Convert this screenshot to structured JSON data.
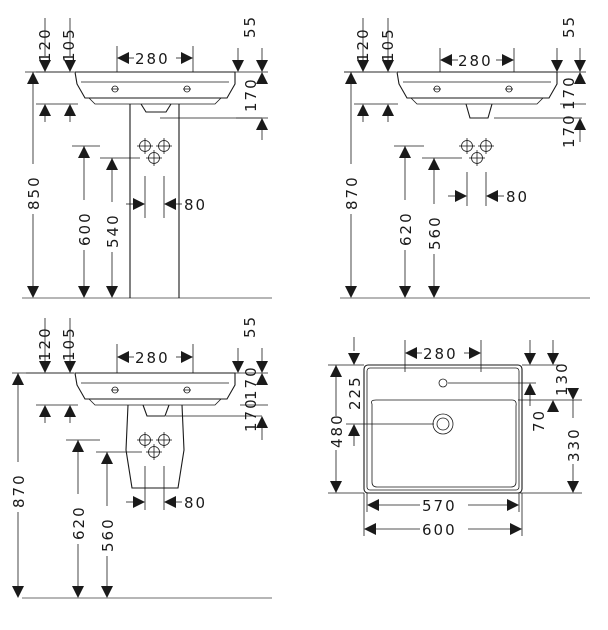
{
  "view_pedestal_850": {
    "offset_120": "120",
    "offset_105": "105",
    "width_280": "280",
    "edge_55": "55",
    "depth_170": "170",
    "height_850": "850",
    "height_600": "600",
    "height_540": "540",
    "spacing_80": "80"
  },
  "view_wall_870": {
    "offset_120": "120",
    "offset_105": "105",
    "width_280": "280",
    "edge_55": "55",
    "depth_170a": "170",
    "depth_170b": "170",
    "height_870": "870",
    "height_620": "620",
    "height_560": "560",
    "spacing_80": "80"
  },
  "view_trap_cover_870": {
    "offset_120": "120",
    "offset_105": "105",
    "width_280": "280",
    "edge_55": "55",
    "depth_170a": "170",
    "depth_170b": "170",
    "height_870": "870",
    "height_620": "620",
    "height_560": "560",
    "spacing_80": "80"
  },
  "view_plan": {
    "width_280": "280",
    "depth_480": "480",
    "depth_225": "225",
    "offset_70": "70",
    "offset_130": "130",
    "depth_330": "330",
    "inner_width_570": "570",
    "outer_width_600": "600"
  }
}
